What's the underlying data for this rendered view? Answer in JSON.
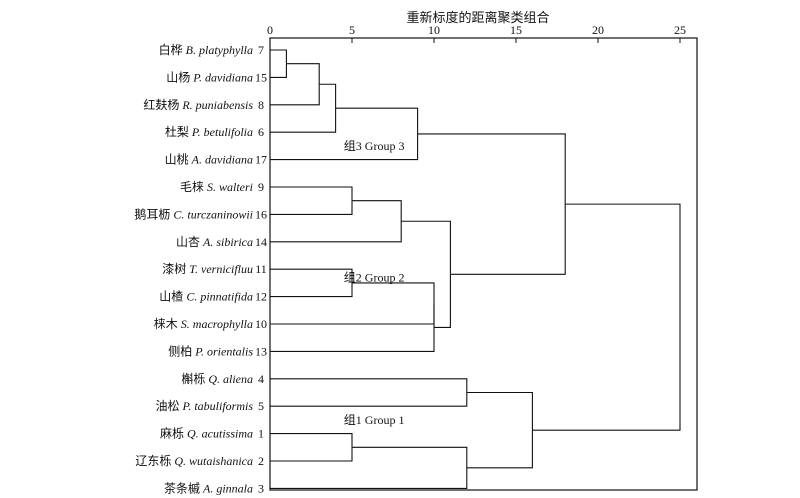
{
  "chart_data": {
    "type": "dendrogram",
    "title": "重新标度的距离聚类组合",
    "xlim": [
      0,
      25
    ],
    "ticks": [
      0,
      5,
      10,
      15,
      20,
      25
    ],
    "leaves": [
      {
        "id": "7",
        "cn": "白桦",
        "sci": "B. platyphylla"
      },
      {
        "id": "15",
        "cn": "山杨",
        "sci": "P. davidiana"
      },
      {
        "id": "8",
        "cn": "红麸杨",
        "sci": "R. puniabensis"
      },
      {
        "id": "6",
        "cn": "杜梨",
        "sci": "P. betulifolia"
      },
      {
        "id": "17",
        "cn": "山桃",
        "sci": "A. davidiana"
      },
      {
        "id": "9",
        "cn": "毛梾",
        "sci": "S. walteri"
      },
      {
        "id": "16",
        "cn": "鹅耳枥",
        "sci": "C. turczaninowii"
      },
      {
        "id": "14",
        "cn": "山杏",
        "sci": "A. sibirica"
      },
      {
        "id": "11",
        "cn": "漆树",
        "sci": "T. vernicifluu"
      },
      {
        "id": "12",
        "cn": "山楂",
        "sci": "C. pinnatifida"
      },
      {
        "id": "10",
        "cn": "梾木",
        "sci": "S. macrophylla"
      },
      {
        "id": "13",
        "cn": "侧柏",
        "sci": "P. orientalis"
      },
      {
        "id": "4",
        "cn": "槲栎",
        "sci": "Q. aliena"
      },
      {
        "id": "5",
        "cn": "油松",
        "sci": "P. tabuliformis"
      },
      {
        "id": "1",
        "cn": "麻栎",
        "sci": "Q. acutissima"
      },
      {
        "id": "2",
        "cn": "辽东栎",
        "sci": "Q. wutaishanica"
      },
      {
        "id": "3",
        "cn": "茶条槭",
        "sci": "A. ginnala"
      }
    ],
    "merges": [
      {
        "a": "L0",
        "b": "L1",
        "h": 1
      },
      {
        "a": "M0",
        "b": "L2",
        "h": 3
      },
      {
        "a": "M1",
        "b": "L3",
        "h": 4
      },
      {
        "a": "M2",
        "b": "L4",
        "h": 9
      },
      {
        "a": "L5",
        "b": "L6",
        "h": 5
      },
      {
        "a": "M4",
        "b": "L7",
        "h": 8
      },
      {
        "a": "L8",
        "b": "L9",
        "h": 5
      },
      {
        "a": "M6",
        "b": "L10",
        "h": 10
      },
      {
        "a": "M7",
        "b": "L11",
        "h": 10
      },
      {
        "a": "M5",
        "b": "M8",
        "h": 11
      },
      {
        "a": "M3",
        "b": "M9",
        "h": 18
      },
      {
        "a": "L12",
        "b": "L13",
        "h": 12
      },
      {
        "a": "L14",
        "b": "L15",
        "h": 5
      },
      {
        "a": "M12",
        "b": "L16",
        "h": 12
      },
      {
        "a": "M11",
        "b": "M13",
        "h": 16
      },
      {
        "a": "M10",
        "b": "M14",
        "h": 25
      }
    ],
    "groups": [
      {
        "label": "组3 Group 3",
        "at_leaf": 3.5,
        "h": 4.5
      },
      {
        "label": "组2 Group 2",
        "at_leaf": 8.3,
        "h": 4.5
      },
      {
        "label": "组1 Group 1",
        "at_leaf": 13.5,
        "h": 4.5
      }
    ]
  }
}
